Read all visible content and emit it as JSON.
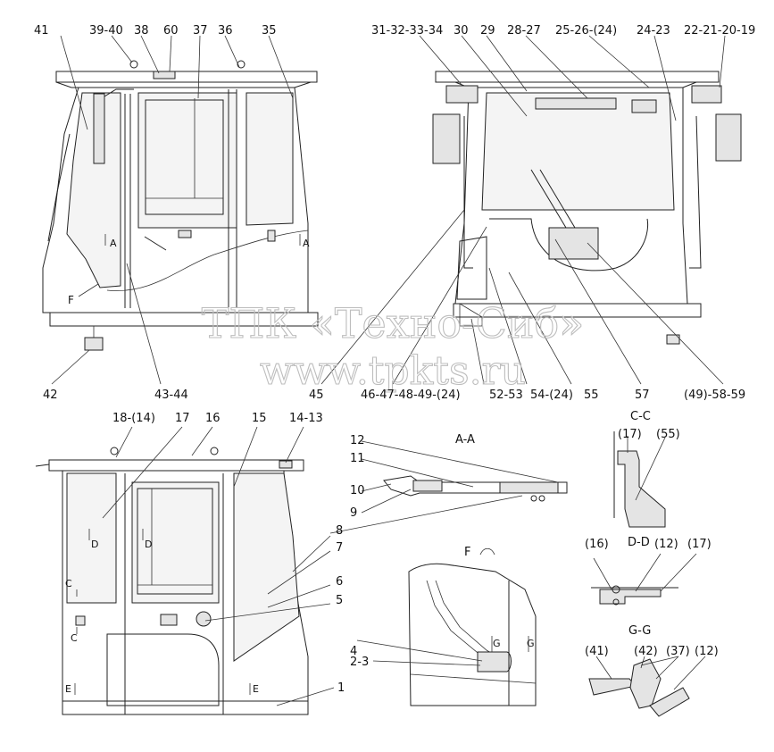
{
  "watermark": {
    "line1": "ТПК «Техно-Сиб»",
    "line2": "www.tpkts.ru"
  },
  "view_titles": {
    "aa": "A-A",
    "cc": "C-C",
    "dd": "D-D",
    "gg": "G-G",
    "f": "F"
  },
  "section_marks": {
    "a": "A",
    "c": "C",
    "d": "D",
    "e": "E",
    "f": "F",
    "g": "G"
  },
  "callouts": {
    "top_left": [
      "41",
      "39-40",
      "38",
      "60",
      "37",
      "36",
      "35"
    ],
    "top_right": [
      "31-32-33-34",
      "30",
      "29",
      "28-27",
      "25-26-(24)",
      "24-23",
      "22-21-20-19"
    ],
    "bottom_row": [
      "42",
      "43-44",
      "45",
      "46-47-48-49-(24)",
      "52-53",
      "54-(24)",
      "55",
      "57",
      "(49)-58-59"
    ],
    "rear_view": [
      "18-(14)",
      "17",
      "16",
      "15",
      "14-13",
      "8",
      "7",
      "6",
      "5",
      "4",
      "2-3",
      "1"
    ],
    "section_aa": [
      "12",
      "11",
      "10",
      "9"
    ],
    "section_cc": [
      "(17)",
      "(55)"
    ],
    "section_dd": [
      "(16)",
      "(12)",
      "(17)"
    ],
    "section_gg": [
      "(41)",
      "(42)",
      "(37)",
      "(12)"
    ]
  }
}
